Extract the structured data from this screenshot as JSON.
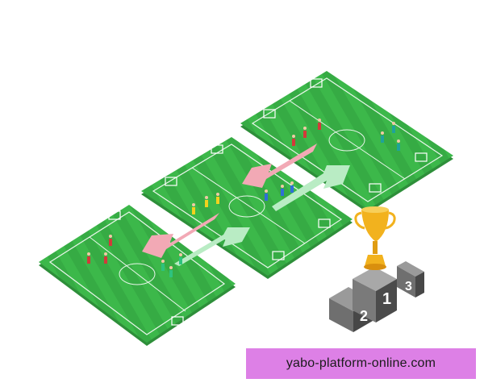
{
  "colors": {
    "pitch": "#3cb84a",
    "pitch_stripe": "#35a843",
    "pitch_edge": "#2e8f3a",
    "lines": "#e9f6ea",
    "arrow_pink": "#f2a9b5",
    "arrow_green": "#b9ecc4",
    "trophy_gold": "#f2b21e",
    "podium_top": "#9a9a9a",
    "podium_front": "#4a4a4a",
    "banner": "#dd80e6"
  },
  "icons": [
    "trophy-icon",
    "podium-icon",
    "arrow-left-icon",
    "arrow-right-icon",
    "player-icon"
  ],
  "podium": {
    "place_1": "1",
    "place_2": "2",
    "place_3": "3"
  },
  "banner": {
    "text": "yabo-platform-online.com"
  }
}
